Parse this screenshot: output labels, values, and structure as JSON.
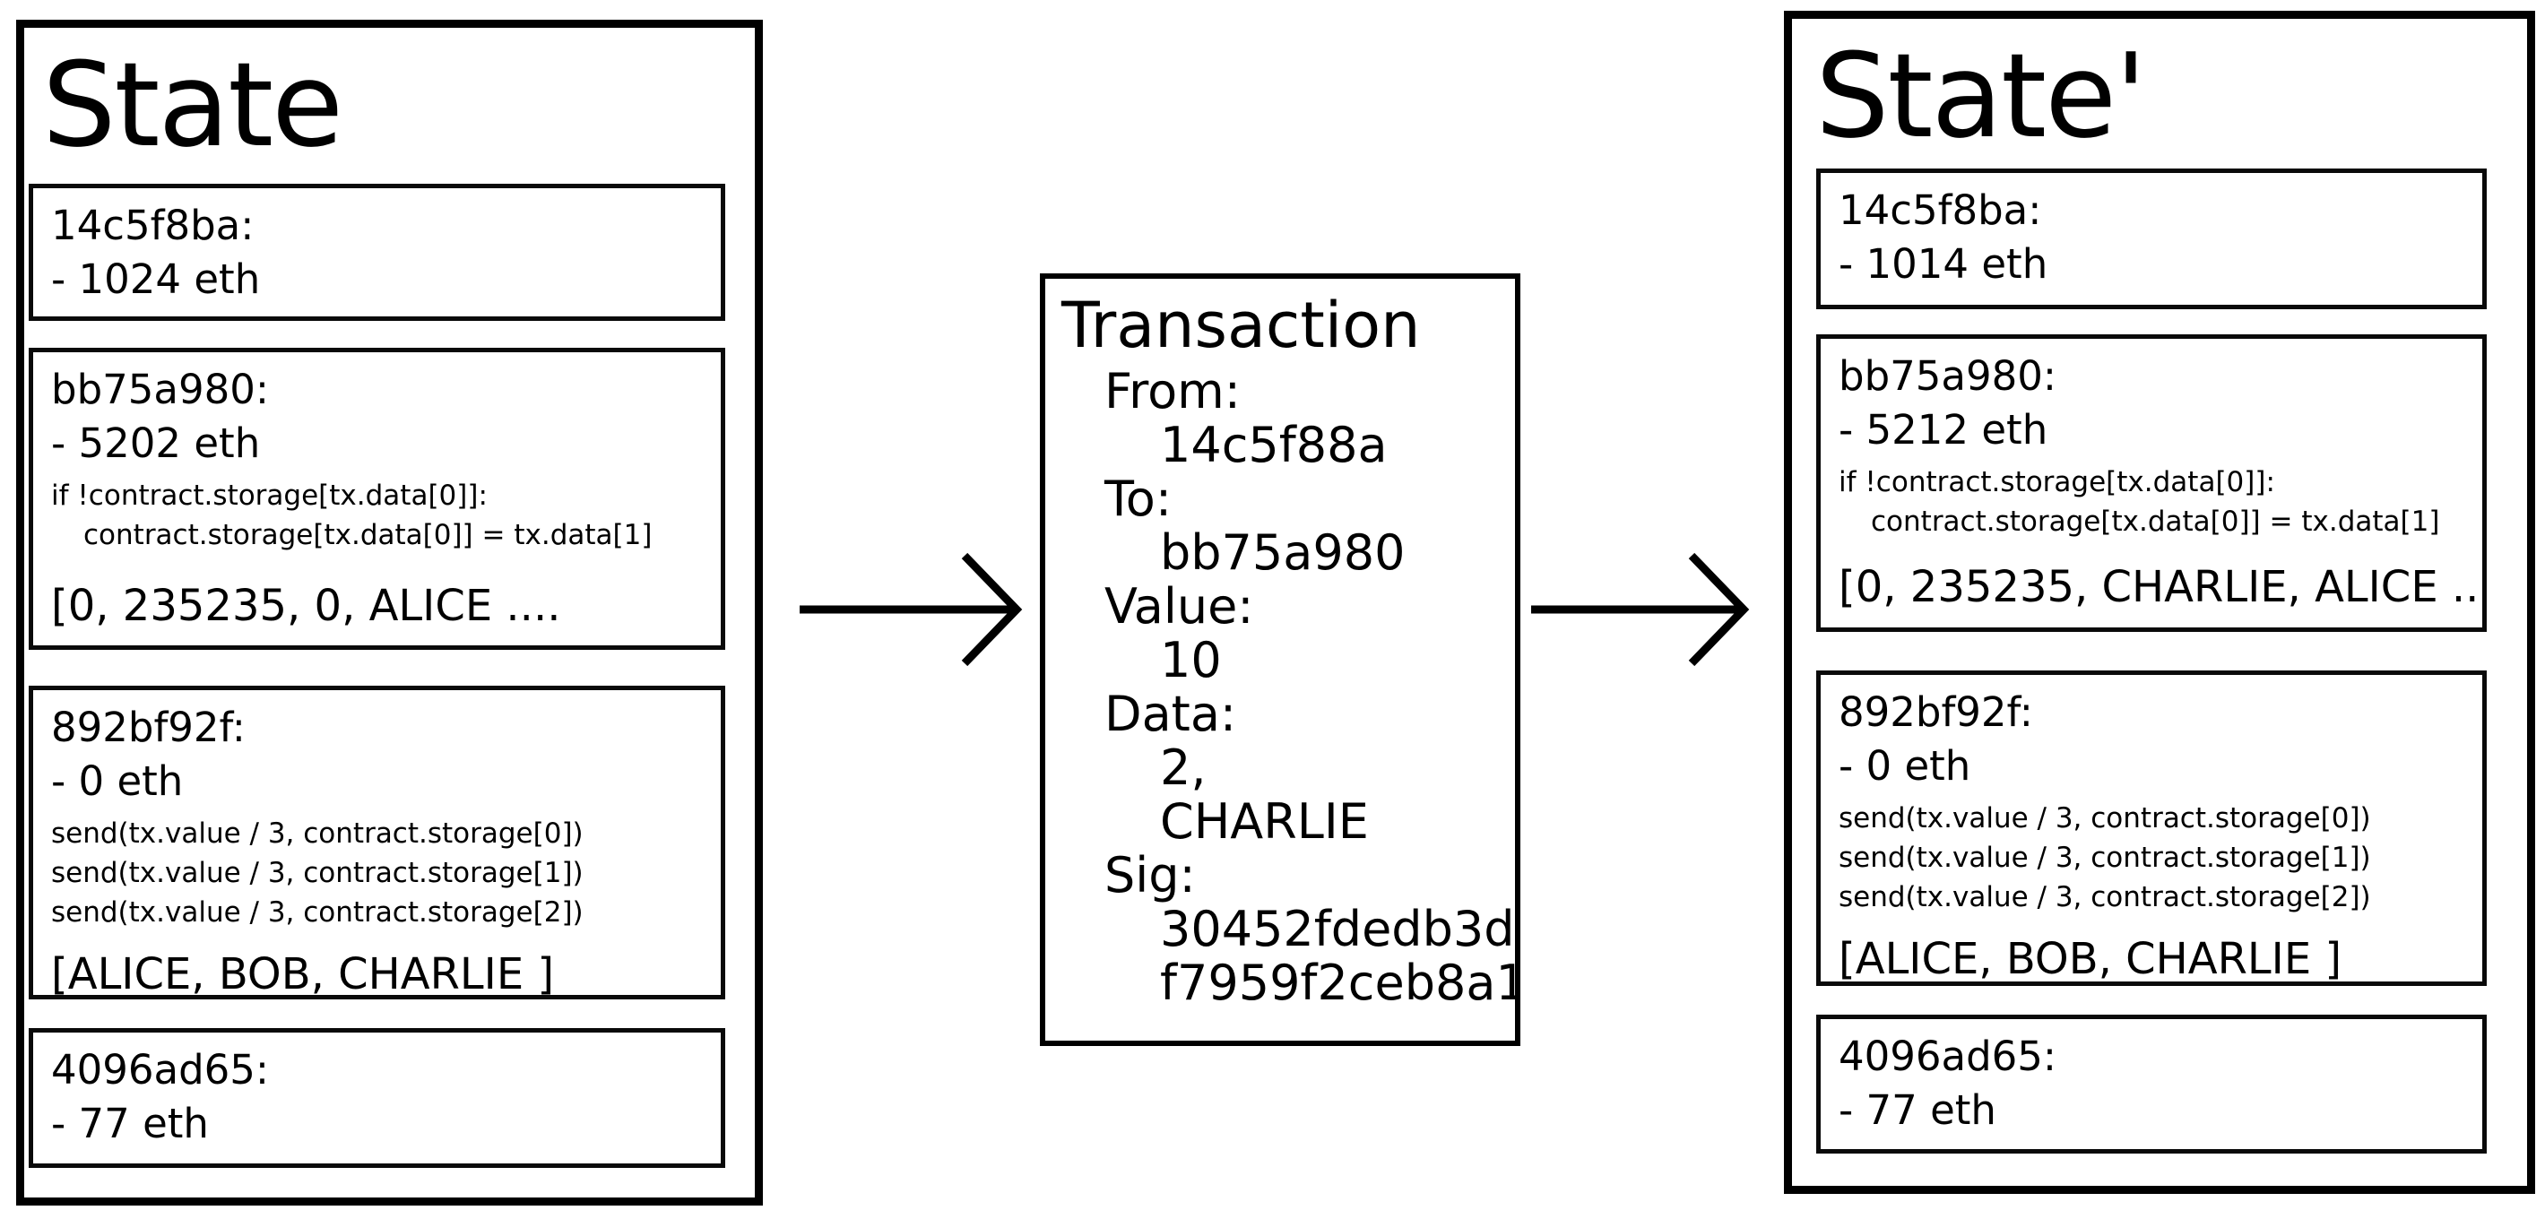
{
  "colors": {
    "background": "#ffffff",
    "border": "#000000",
    "text": "#000000"
  },
  "state_before": {
    "title": "State",
    "accounts": [
      {
        "address": "14c5f8ba:",
        "balance": "- 1024 eth"
      },
      {
        "address": "bb75a980:",
        "balance": "- 5202 eth",
        "code": [
          "if !contract.storage[tx.data[0]]:",
          "contract.storage[tx.data[0]] = tx.data[1]"
        ],
        "storage": "[0, 235235, 0, ALICE ...."
      },
      {
        "address": "892bf92f:",
        "balance": "- 0 eth",
        "code": [
          "send(tx.value / 3, contract.storage[0])",
          "send(tx.value / 3, contract.storage[1])",
          "send(tx.value / 3, contract.storage[2])"
        ],
        "storage": "[ALICE, BOB, CHARLIE ]"
      },
      {
        "address": "4096ad65:",
        "balance": "- 77 eth"
      }
    ]
  },
  "transaction": {
    "title": "Transaction",
    "fields": [
      {
        "label": "From:",
        "values": [
          "14c5f88a"
        ]
      },
      {
        "label": "To:",
        "values": [
          "bb75a980"
        ]
      },
      {
        "label": "Value:",
        "values": [
          "10"
        ]
      },
      {
        "label": "Data:",
        "values": [
          "2,",
          "CHARLIE"
        ]
      },
      {
        "label": "Sig:",
        "values": [
          "30452fdedb3d",
          "f7959f2ceb8a1"
        ]
      }
    ]
  },
  "state_after": {
    "title": "State'",
    "accounts": [
      {
        "address": "14c5f8ba:",
        "balance": "- 1014 eth"
      },
      {
        "address": "bb75a980:",
        "balance": "- 5212 eth",
        "code": [
          "if !contract.storage[tx.data[0]]:",
          "contract.storage[tx.data[0]] = tx.data[1]"
        ],
        "storage": "[0, 235235, CHARLIE, ALICE .."
      },
      {
        "address": "892bf92f:",
        "balance": "- 0 eth",
        "code": [
          "send(tx.value / 3, contract.storage[0])",
          "send(tx.value / 3, contract.storage[1])",
          "send(tx.value / 3, contract.storage[2])"
        ],
        "storage": "[ALICE, BOB, CHARLIE ]"
      },
      {
        "address": "4096ad65:",
        "balance": "- 77 eth"
      }
    ]
  }
}
